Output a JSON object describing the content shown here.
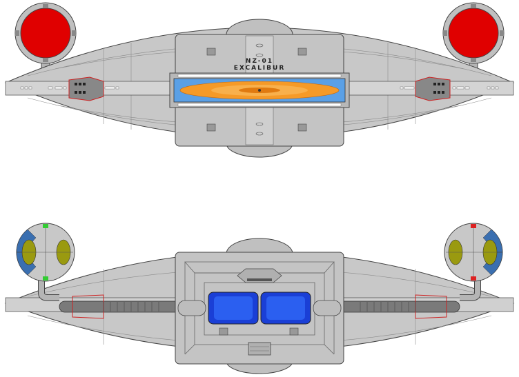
{
  "registry": {
    "number": "NZ-01",
    "name": "EXCALIBUR"
  },
  "views": [
    {
      "view": "dorsal"
    },
    {
      "view": "ventral"
    }
  ],
  "colors": {
    "hull": "#c8c8c8",
    "hull_dark": "#a9a9a9",
    "outline": "#444444",
    "pod_red": "#e00000",
    "window_blue": "#5aa0e6",
    "core_orange": "#f59a28",
    "deflector_blue": "#1a3fd6",
    "pod_olive": "#9a9a10",
    "pod_band_blue": "#3a6fb0",
    "accent_red": "#cc2222"
  },
  "icons": [
    "warp-pod-icon",
    "deflector-dish-icon",
    "hatch-icon"
  ]
}
